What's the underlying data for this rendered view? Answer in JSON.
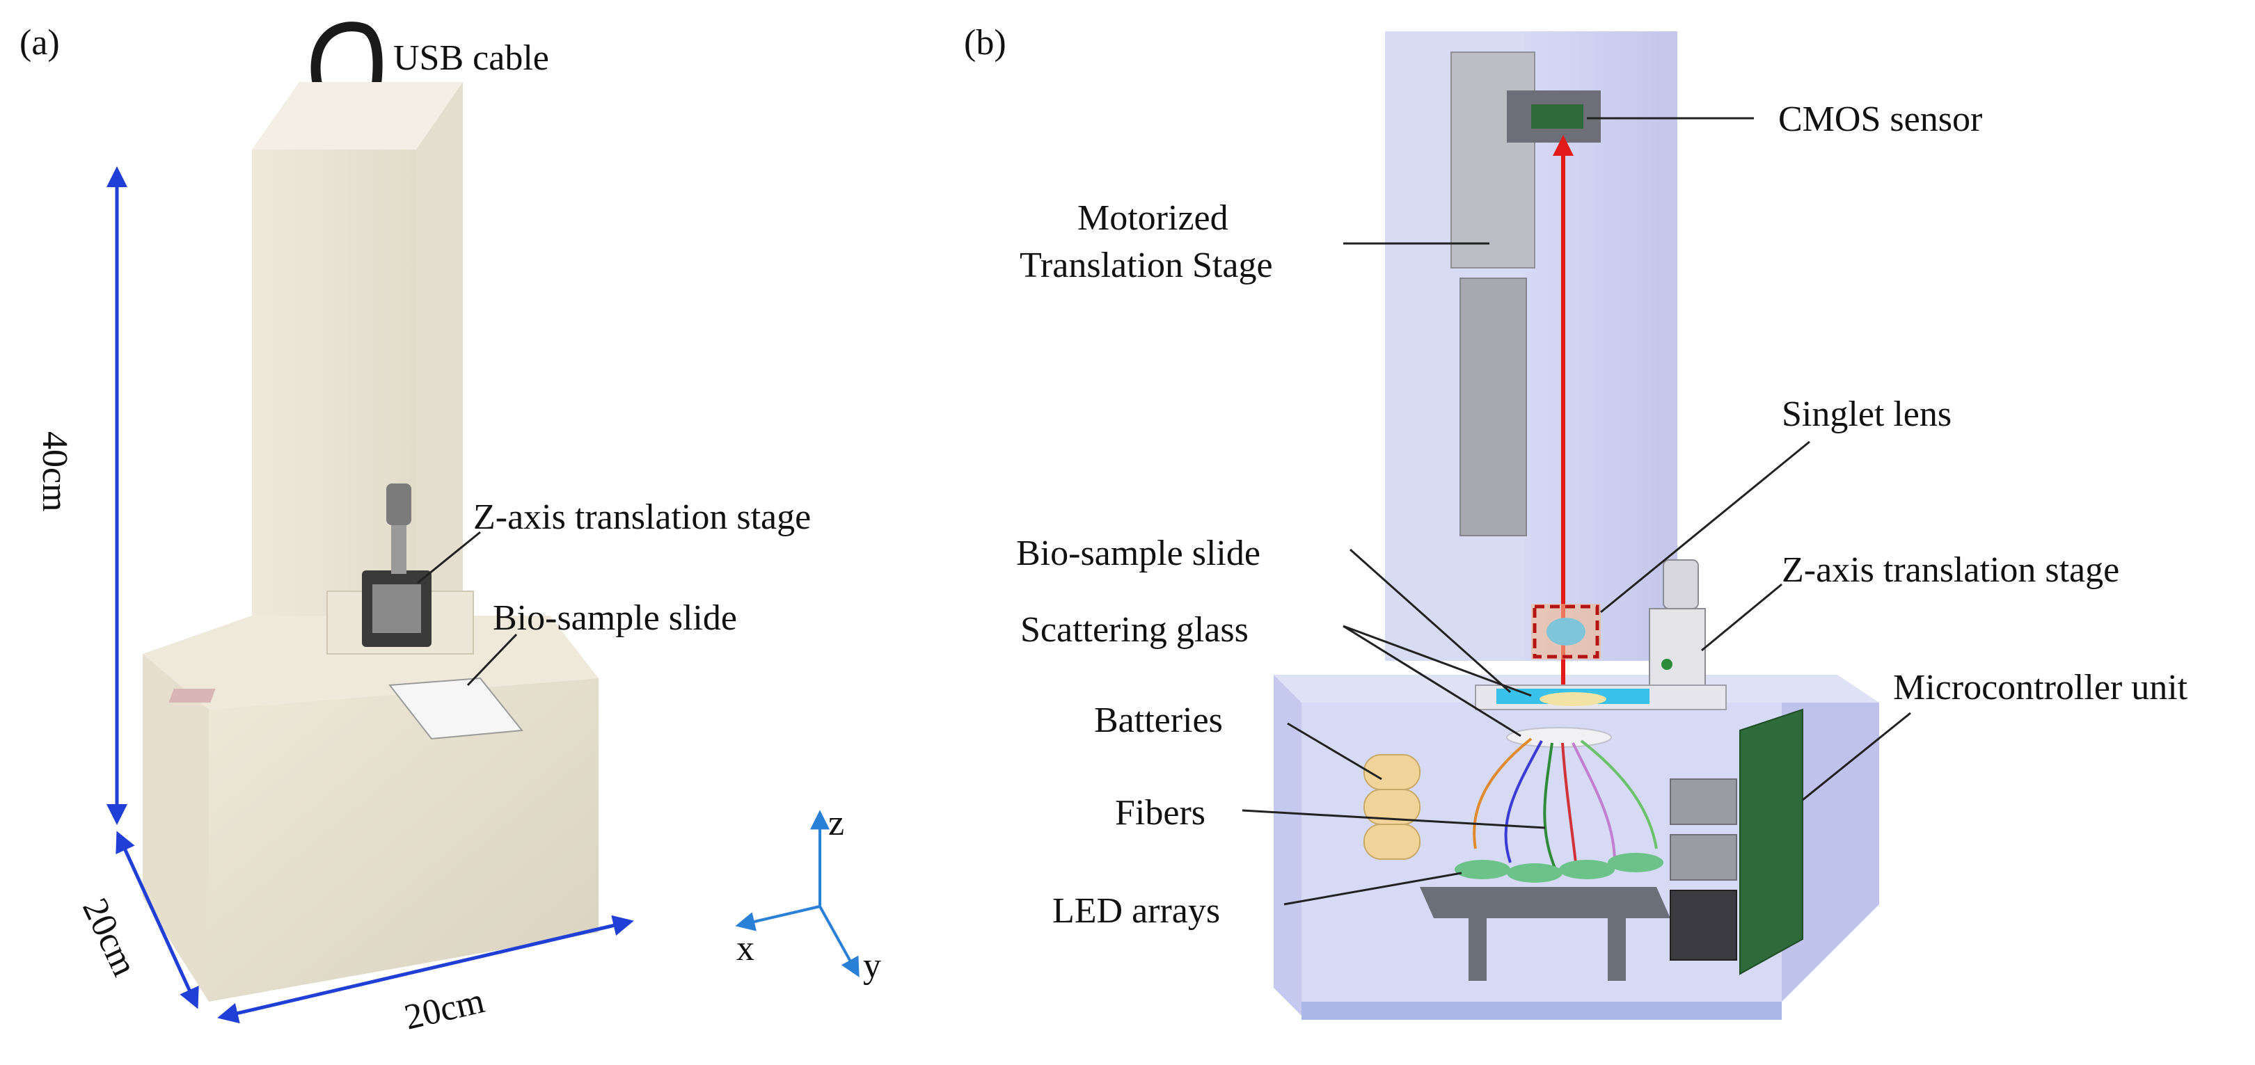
{
  "panel_a": {
    "letter": "(a)",
    "labels": {
      "usb_cable": "USB cable",
      "z_axis_stage": "Z-axis translation stage",
      "bio_sample_slide": "Bio-sample slide"
    },
    "dimensions": {
      "height": "40cm",
      "depth": "20cm",
      "width": "20cm"
    },
    "axes": {
      "x": "x",
      "y": "y",
      "z": "z"
    }
  },
  "panel_b": {
    "letter": "(b)",
    "labels": {
      "cmos_sensor": "CMOS sensor",
      "motorized_stage_line1": "Motorized",
      "motorized_stage_line2": "Translation Stage",
      "singlet_lens": "Singlet lens",
      "bio_sample_slide": "Bio-sample slide",
      "z_axis_stage": "Z-axis translation stage",
      "scattering_glass": "Scattering glass",
      "microcontroller_unit": "Microcontroller unit",
      "batteries": "Batteries",
      "fibers": "Fibers",
      "led_arrays": "LED arrays"
    }
  },
  "colors": {
    "dimension_arrow": "#1f3fd6",
    "axis_arrow": "#2a7fd6",
    "optical_path": "#e31b1b",
    "device_body": "#efe9da",
    "enclosure": "#c9cdf0",
    "pcb": "#2f6a3a"
  }
}
